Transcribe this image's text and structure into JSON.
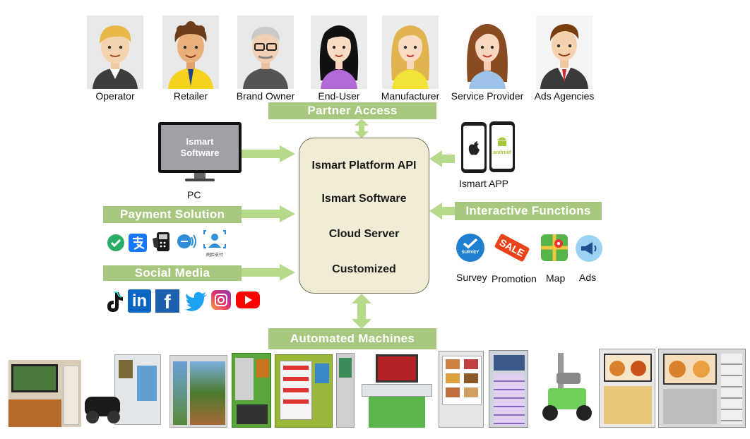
{
  "personas": [
    {
      "label": "Operator",
      "icon": "operator-avatar-icon"
    },
    {
      "label": "Retailer",
      "icon": "retailer-avatar-icon"
    },
    {
      "label": "Brand Owner",
      "icon": "brand-owner-avatar-icon"
    },
    {
      "label": "End-User",
      "icon": "end-user-avatar-icon"
    },
    {
      "label": "Manufacturer",
      "icon": "manufacturer-avatar-icon"
    },
    {
      "label": "Service Provider",
      "icon": "service-provider-avatar-icon"
    },
    {
      "label": "Ads Agencies",
      "icon": "ads-agencies-avatar-icon"
    }
  ],
  "banners": {
    "partner_access": "Partner Access",
    "payment_solution": "Payment Solution",
    "social_media": "Social Media",
    "interactive_functions": "Interactive Functions",
    "automated_machines": "Automated Machines"
  },
  "platform": {
    "items": [
      "Ismart Platform API",
      "Ismart Software",
      "Cloud Server",
      "Customized"
    ]
  },
  "pc": {
    "screen_line1": "Ismart",
    "screen_line2": "Software",
    "label": "PC"
  },
  "app": {
    "label": "Ismart APP",
    "android_text": "android"
  },
  "payment_icons": [
    "wechat-pay-icon",
    "alipay-icon",
    "pos-terminal-icon",
    "contactless-pay-icon",
    "face-pay-icon"
  ],
  "face_pay_text": "刷脸支付",
  "social_icons": [
    "tiktok-icon",
    "linkedin-icon",
    "facebook-icon",
    "twitter-icon",
    "instagram-icon",
    "youtube-icon"
  ],
  "interactive": [
    {
      "label": "Survey",
      "icon": "survey-icon",
      "icon_text": "SURVEY"
    },
    {
      "label": "Promotion",
      "icon": "promotion-icon",
      "icon_text": "SALE"
    },
    {
      "label": "Map",
      "icon": "map-icon"
    },
    {
      "label": "Ads",
      "icon": "ads-megaphone-icon"
    }
  ],
  "colors": {
    "banner": "#a8c880",
    "arrow": "#b7d98c",
    "platform_fill": "#f0ecd6",
    "platform_border": "#6d6a54"
  },
  "machines": [
    "locker-kiosk-machine",
    "scooter-charging-kiosk",
    "photo-wrap-vending-machine",
    "green-vending-machine",
    "snack-vending-machine",
    "standing-kiosk",
    "green-counter-kiosk",
    "food-vending-machine",
    "locker-vending-machine",
    "delivery-robot",
    "pizza-vending-machine",
    "food-locker-machine"
  ]
}
